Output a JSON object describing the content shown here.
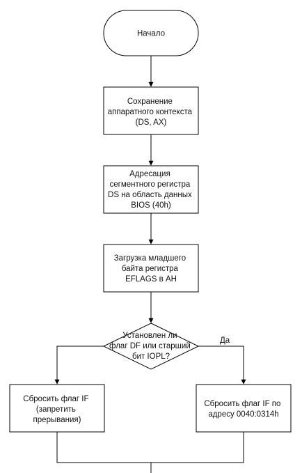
{
  "diagram": {
    "start": "Начало",
    "step_save": [
      "Сохранение",
      "аппаратного контекста",
      "(DS, AX)"
    ],
    "step_address": [
      "Адресация",
      "сегментного регистра",
      "DS на область данных",
      "BIOS (40h)"
    ],
    "step_load": [
      "Загрузка младшего",
      "байта регистра",
      "EFLAGS в AH"
    ],
    "decision": [
      "Установлен ли",
      "флаг DF или старший",
      "бит IOPL?"
    ],
    "yes_label": "Да",
    "branch_left": [
      "Сбросить флаг IF",
      "(запретить",
      "прерывания)"
    ],
    "branch_right": [
      "Сбросить флаг IF по",
      "адресу 0040:0314h"
    ]
  }
}
